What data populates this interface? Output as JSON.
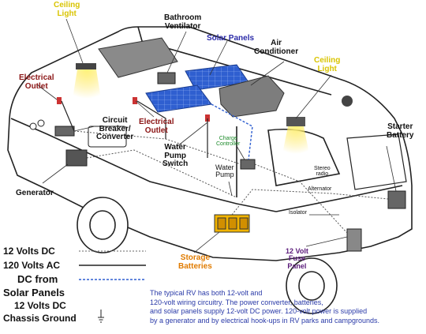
{
  "labels": {
    "ceiling_light_top": [
      "Ceiling",
      "Light"
    ],
    "bathroom_ventilator": [
      "Bathroom",
      "Ventilator"
    ],
    "solar_panels": "Solar Panels",
    "air_conditioner": [
      "Air",
      "Conditioner"
    ],
    "ceiling_light_right": [
      "Ceiling",
      "Light"
    ],
    "electrical_outlet_left": [
      "Electrical",
      "Outlet"
    ],
    "circuit_breaker": [
      "Circuit",
      "Breaker/",
      "Converter"
    ],
    "electrical_outlet_mid": [
      "Electrical",
      "Outlet"
    ],
    "water_pump_switch": [
      "Water",
      "Pump",
      "Switch"
    ],
    "charge_controller": [
      "Charge",
      "Controller"
    ],
    "water_pump": [
      "Water",
      "Pump"
    ],
    "starter_battery": [
      "Starter",
      "Battery"
    ],
    "stereo_radio": [
      "Stereo",
      "radio"
    ],
    "alternator": "Alternator",
    "isolator": "Isolator",
    "generator": "Generator",
    "storage_batteries": [
      "Storage",
      "Batteries"
    ],
    "fuse_panel": [
      "12 Volt",
      "Fuse",
      "Panel"
    ]
  },
  "legend": {
    "dc12": "12 Volts DC",
    "ac120": "120 Volts AC",
    "dc_from": "DC from",
    "solar": "Solar Panels",
    "chassis_line1": "12 Volts DC",
    "chassis_line2": "Chassis Ground"
  },
  "caption": [
    "The typical RV has both 12-volt and",
    "120-volt wiring circuitry. The power converter, batteries,",
    "and solar panels supply 12-volt DC power. 120-volt power is supplied",
    "by a generator and by electrical hook-ups in RV parks and campgrounds."
  ],
  "colors": {
    "label_black": "#111111",
    "label_red": "#8b1515",
    "label_yellow": "#d9c400",
    "label_blue": "#2a2aa8",
    "label_green": "#1c8a2a",
    "label_orange": "#e07b00",
    "label_purple": "#5a1a7a",
    "caption_blue": "#2a3aa8",
    "solar_panel_blue": "#2f5fd0",
    "light_glow": "#ffe24a",
    "battery_yellow": "#f2b400"
  }
}
